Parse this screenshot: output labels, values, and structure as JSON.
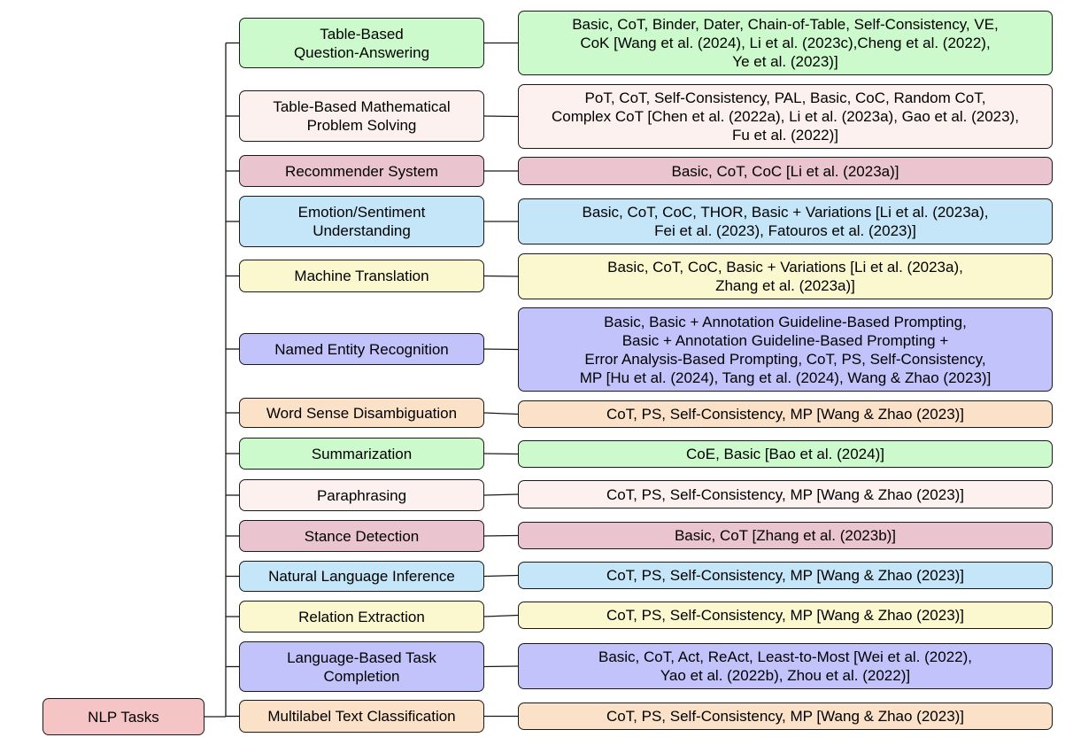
{
  "root": {
    "label": "NLP Tasks",
    "color": "#f5c4c4"
  },
  "palette": {
    "green": "#ccfacc",
    "pink": "#fcf1ef",
    "rose": "#eac5cf",
    "blue": "#c5e5f8",
    "yellow": "#fbf8cf",
    "violet": "#c3c3fb",
    "peach": "#fae1c8"
  },
  "branches": [
    {
      "task": "Table-Based\nQuestion-Answering",
      "color": "green",
      "methods": "Basic, CoT, Binder, Dater, Chain-of-Table, Self-Consistency, VE,\nCoK [Wang et al. (2024), Li et al. (2023c),Cheng et al. (2022),\nYe et al. (2023)]"
    },
    {
      "task": "Table-Based Mathematical\nProblem Solving",
      "color": "pink",
      "methods": "PoT, CoT, Self-Consistency, PAL, Basic, CoC, Random CoT,\nComplex CoT [Chen et al. (2022a), Li et al. (2023a), Gao et al. (2023),\nFu et al. (2022)]"
    },
    {
      "task": "Recommender System",
      "color": "rose",
      "methods": "Basic, CoT, CoC [Li et al. (2023a)]"
    },
    {
      "task": "Emotion/Sentiment\nUnderstanding",
      "color": "blue",
      "methods": "Basic, CoT, CoC, THOR, Basic + Variations [Li et al. (2023a),\nFei et al. (2023), Fatouros et al. (2023)]"
    },
    {
      "task": "Machine Translation",
      "color": "yellow",
      "methods": "Basic, CoT, CoC, Basic + Variations [Li et al. (2023a),\nZhang et al. (2023a)]"
    },
    {
      "task": "Named Entity Recognition",
      "color": "violet",
      "methods": "Basic, Basic + Annotation Guideline-Based Prompting,\nBasic + Annotation Guideline-Based Prompting +\nError Analysis-Based Prompting, CoT, PS, Self-Consistency,\nMP [Hu et al. (2024), Tang et al. (2024), Wang & Zhao (2023)]"
    },
    {
      "task": "Word Sense Disambiguation",
      "color": "peach",
      "methods": "CoT, PS, Self-Consistency, MP [Wang & Zhao (2023)]"
    },
    {
      "task": "Summarization",
      "color": "green",
      "methods": "CoE, Basic [Bao et al. (2024)]"
    },
    {
      "task": "Paraphrasing",
      "color": "pink",
      "methods": "CoT, PS, Self-Consistency, MP [Wang & Zhao (2023)]"
    },
    {
      "task": "Stance Detection",
      "color": "rose",
      "methods": "Basic, CoT [Zhang et al. (2023b)]"
    },
    {
      "task": "Natural Language Inference",
      "color": "blue",
      "methods": "CoT, PS, Self-Consistency, MP [Wang & Zhao (2023)]"
    },
    {
      "task": "Relation Extraction",
      "color": "yellow",
      "methods": "CoT, PS, Self-Consistency, MP [Wang & Zhao (2023)]"
    },
    {
      "task": "Language-Based Task\nCompletion",
      "color": "violet",
      "methods": "Basic, CoT, Act, ReAct, Least-to-Most [Wei et al. (2022),\nYao et al. (2022b), Zhou et al. (2022)]"
    },
    {
      "task": "Multilabel Text Classification",
      "color": "peach",
      "methods": "CoT, PS, Self-Consistency, MP [Wang & Zhao (2023)]"
    }
  ]
}
